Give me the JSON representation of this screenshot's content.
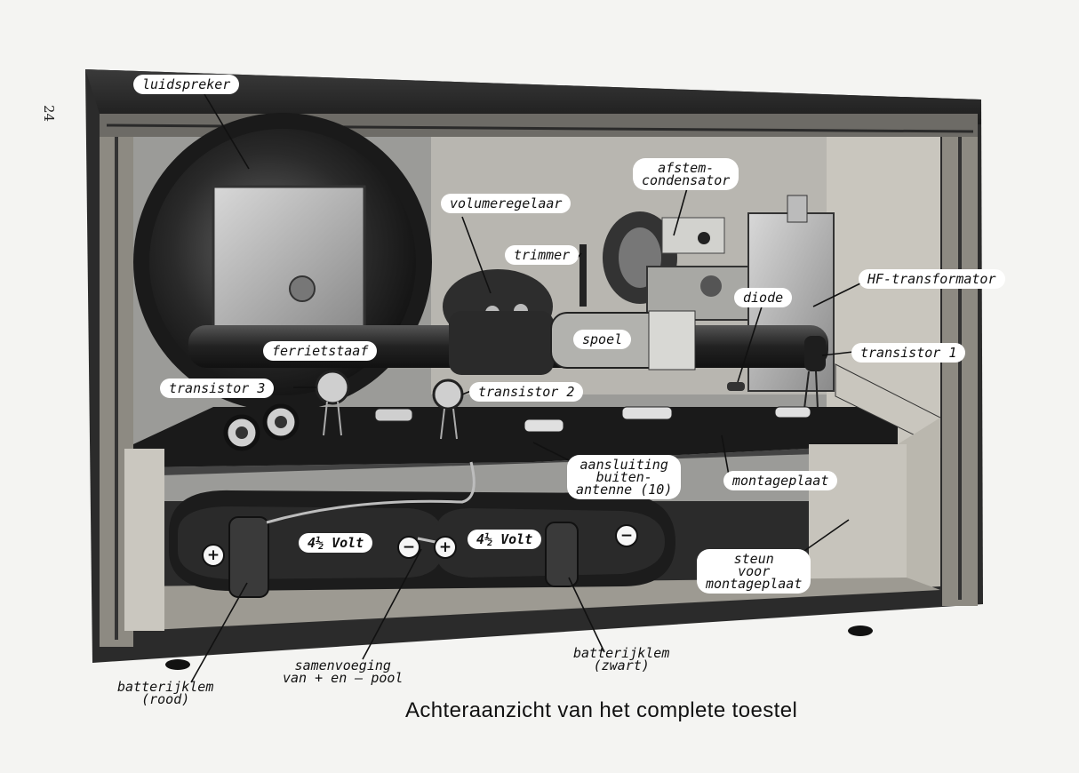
{
  "page_number": "24",
  "caption": "Achteraanzicht van het complete toestel",
  "labels": {
    "luidspreker": "luidspreker",
    "afstem": "afstem-",
    "condensator": "condensator",
    "volumeregelaar": "volumeregelaar",
    "trimmer": "trimmer",
    "hf_transformator": "HF-transformator",
    "diode": "diode",
    "ferrietstaaf": "ferrietstaaf",
    "spoel": "spoel",
    "transistor_1": "transistor 1",
    "transistor_3": "transistor 3",
    "transistor_2": "transistor 2",
    "aansluiting": "aansluiting",
    "buiten": "buiten-",
    "antenne": "antenne (10)",
    "montageplaat": "montageplaat",
    "battery_left": "4½ Volt",
    "battery_right": "4½ Volt",
    "steun": "steun",
    "voor": "voor",
    "montageplaat2": "montageplaat",
    "samenvoeging": "samenvoeging",
    "van_en_pool": "van + en – pool",
    "batterijklem_1": "batterijklem",
    "rood": "(rood)",
    "batterijklem_2": "batterijklem",
    "zwart": "(zwart)"
  },
  "symbols": {
    "plus": "+",
    "minus": "−"
  }
}
